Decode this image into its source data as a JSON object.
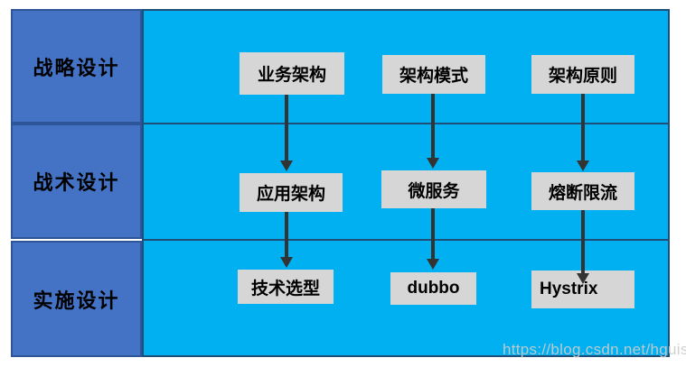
{
  "diagram": {
    "row_labels": [
      {
        "label": "战略设计"
      },
      {
        "label": "战术设计"
      },
      {
        "label": "实施设计"
      }
    ],
    "nodes": {
      "business_architecture": "业务架构",
      "architecture_pattern": "架构模式",
      "architecture_principle": "架构原则",
      "application_architecture": "应用架构",
      "microservices": "微服务",
      "circuit_breaking_rate_limiting": "熔断限流",
      "technology_selection": "技术选型",
      "dubbo": "dubbo",
      "hystrix": "Hystrix"
    },
    "flows": [
      {
        "from": "业务架构",
        "to": "应用架构"
      },
      {
        "from": "应用架构",
        "to": "技术选型"
      },
      {
        "from": "架构模式",
        "to": "微服务"
      },
      {
        "from": "微服务",
        "to": "dubbo"
      },
      {
        "from": "架构原则",
        "to": "熔断限流"
      },
      {
        "from": "熔断限流",
        "to": "Hystrix"
      }
    ],
    "colors": {
      "row_header_fill": "#4472C4",
      "row_header_border": "#2E5597",
      "panel_fill": "#00B0F0",
      "panel_border": "#1F4E79",
      "node_fill": "#D6D6D6",
      "arrow": "#333333",
      "text": "#000000",
      "watermark_text": "#CCCCCC"
    }
  },
  "watermark": "https://blog.csdn.net/hguisu"
}
